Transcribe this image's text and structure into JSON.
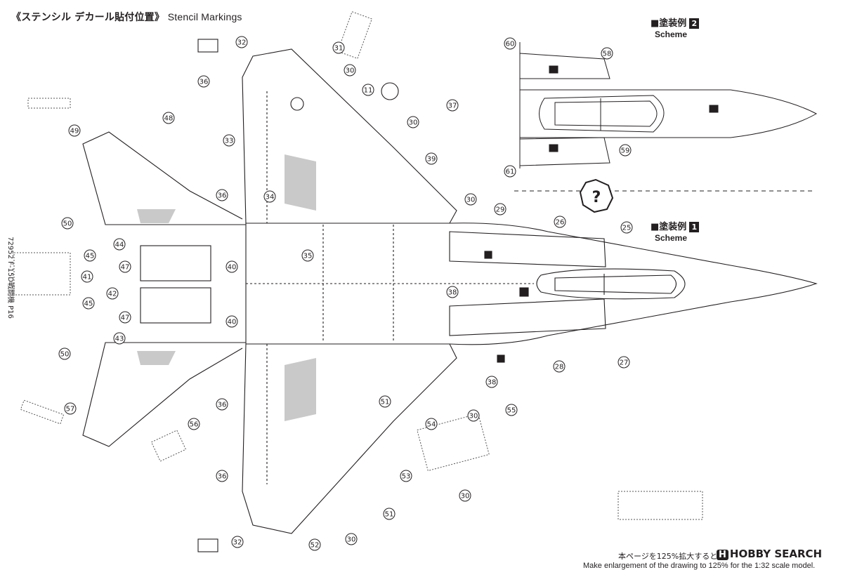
{
  "header": {
    "title_jp": "《ステンシル デカール貼付位置》",
    "title_en": "Stencil Markings"
  },
  "schemes": [
    {
      "label_jp": "■塗装例",
      "number": "2",
      "label_en": "Scheme"
    },
    {
      "label_jp": "■塗装例",
      "number": "1",
      "label_en": "Scheme"
    }
  ],
  "side_code": "72952 F-15D戦闘機 P16",
  "footer": {
    "jp": "本ページを125%拡大すると",
    "en": "Make enlargement of the drawing to 125% for the 1:32 scale model."
  },
  "watermark": {
    "badge": "H",
    "text": "HOBBY SEARCH"
  },
  "callouts": [
    "60",
    "58",
    "59",
    "61",
    "32",
    "31",
    "30",
    "11",
    "30",
    "37",
    "39",
    "30",
    "29",
    "26",
    "25",
    "36",
    "48",
    "49",
    "33",
    "34",
    "36",
    "50",
    "44",
    "45",
    "47",
    "41",
    "42",
    "45",
    "47",
    "43",
    "50",
    "40",
    "40",
    "35",
    "38",
    "38",
    "28",
    "27",
    "57",
    "56",
    "36",
    "36",
    "55",
    "54",
    "51",
    "30",
    "53",
    "30",
    "51",
    "32",
    "52",
    "30"
  ],
  "colors": {
    "line": "#231f20",
    "dotted": "#555555",
    "shade": "#b8b8b8"
  }
}
